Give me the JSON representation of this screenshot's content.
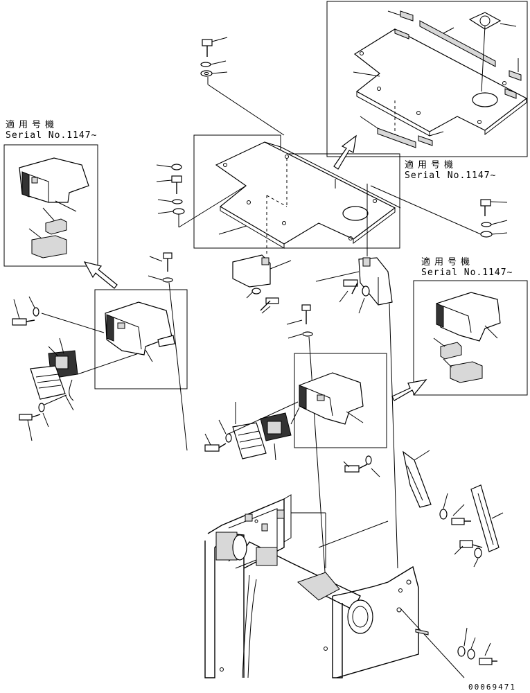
{
  "diagram": {
    "serial_notes": [
      {
        "jp": "適用号機",
        "en": "Serial No.1147~"
      },
      {
        "jp": "適用号機",
        "en": "Serial No.1147~"
      },
      {
        "jp": "適用号機",
        "en": "Serial No.1147~"
      }
    ],
    "document_number": "00069471"
  }
}
